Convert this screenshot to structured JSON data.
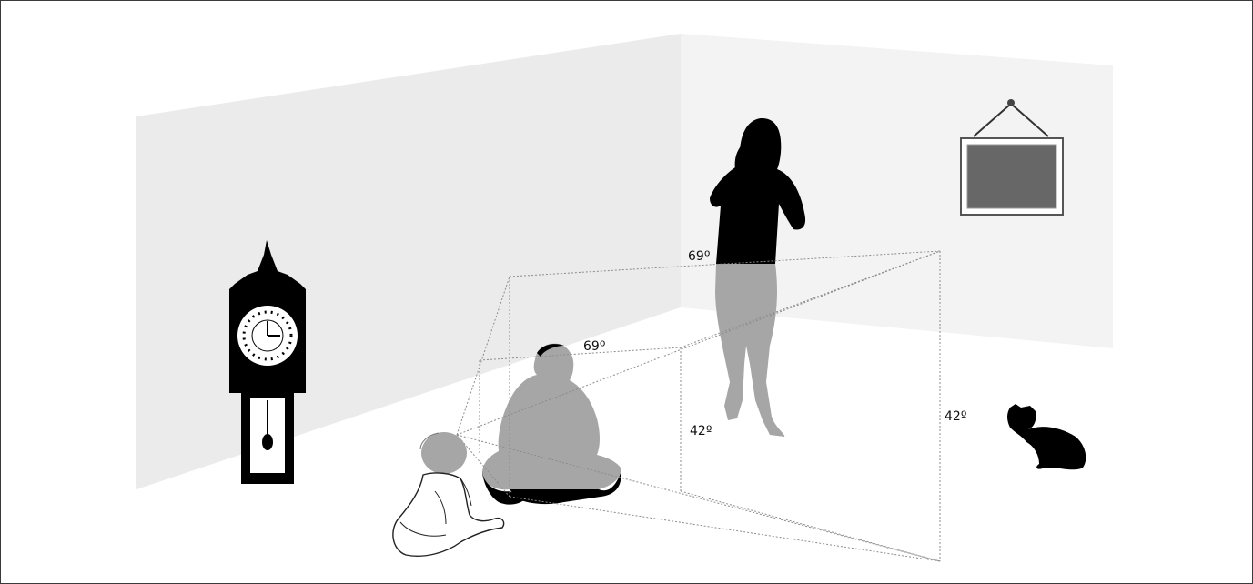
{
  "figure": {
    "labels": {
      "far_horizontal_angle": "69º",
      "near_horizontal_angle": "69º",
      "near_vertical_angle": "42º",
      "far_vertical_angle": "42º"
    },
    "colors": {
      "wall_left": "#ebebeb",
      "wall_right": "#f2f2f2",
      "silhouette": "#000000",
      "in_view_gray": "#a6a6a6",
      "frame_border": "#3a3a3a",
      "picture_fill": "#676767"
    },
    "icons": [
      "grandfather-clock-icon",
      "picture-frame-icon",
      "cat-icon",
      "infant-icon"
    ]
  }
}
